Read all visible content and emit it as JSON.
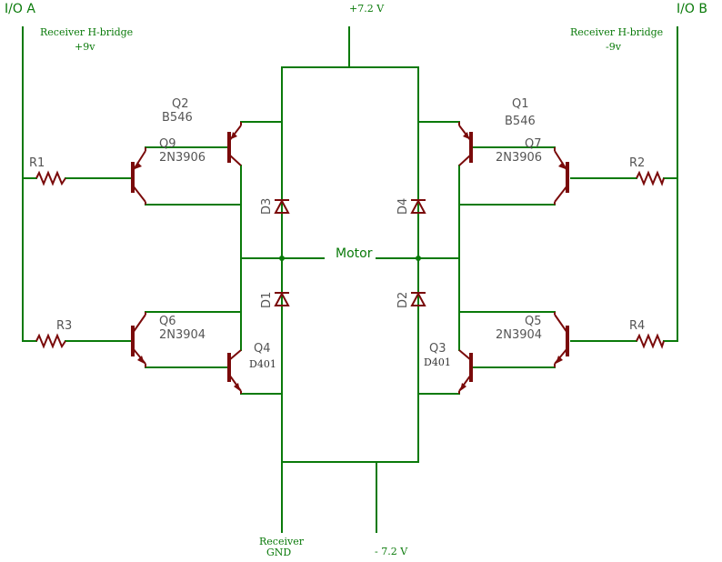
{
  "ports": {
    "a": "I/O A",
    "b": "I/O B"
  },
  "supply": {
    "pos": "+7.2 V",
    "neg": "- 7.2 V"
  },
  "receiver": {
    "left_line1": "Receiver  H-bridge",
    "left_line2": "+9v",
    "right_line1": "Receiver  H-bridge",
    "right_line2": "-9v",
    "gnd_line1": "Receiver",
    "gnd_line2": "GND"
  },
  "motor": "Motor",
  "resistors": {
    "r1": "R1",
    "r2": "R2",
    "r3": "R3",
    "r4": "R4"
  },
  "diodes": {
    "d1": "D1",
    "d2": "D2",
    "d3": "D3",
    "d4": "D4"
  },
  "transistors": {
    "q1": {
      "ref": "Q1",
      "part": "B546"
    },
    "q2": {
      "ref": "Q2",
      "part": "B546"
    },
    "q3": {
      "ref": "Q3",
      "part": "D401"
    },
    "q4": {
      "ref": "Q4",
      "part": "D401"
    },
    "q5": {
      "ref": "Q5",
      "part": "2N3904"
    },
    "q6": {
      "ref": "Q6",
      "part": "2N3904"
    },
    "q7": {
      "ref": "Q7",
      "part": "2N3906"
    },
    "q9": {
      "ref": "Q9",
      "part": "2N3906"
    }
  },
  "colors": {
    "wire": "#0a7a0a",
    "component": "#7a0a0a",
    "background": "#ffffff"
  }
}
